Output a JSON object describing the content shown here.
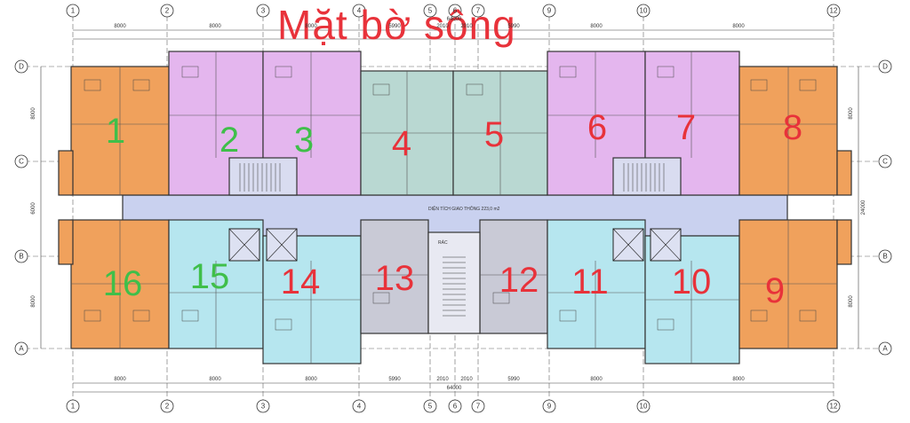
{
  "title": "Mặt bờ sông",
  "corridor_label": "DIỆN TÍCH GIAO THÔNG 223,0 m2",
  "garbage_label": "RÁC",
  "colors": {
    "orange": "#f0a15c",
    "violet": "#e4b6ee",
    "teal": "#b9d8d2",
    "cyan": "#b6e6ef",
    "grey": "#c9cad6",
    "corridor": "#c9d1ef",
    "core": "#d9dcf0",
    "red_text": "#e8323a",
    "green_text": "#3fbf4a"
  },
  "grid": {
    "columns": [
      "1",
      "2",
      "3",
      "4",
      "5",
      "6",
      "7",
      "9",
      "10",
      "12"
    ],
    "rows": [
      "D",
      "C",
      "B",
      "A"
    ]
  },
  "dimensions": {
    "top": [
      "8000",
      "8000",
      "8000",
      "5990",
      "2010",
      "2010",
      "5990",
      "8000",
      "8000",
      "8000"
    ],
    "total": "64000",
    "bottom": [
      "8000",
      "8000",
      "8000",
      "5990",
      "2010",
      "2010",
      "5990",
      "8000",
      "8000",
      "8000"
    ],
    "left": [
      "8000",
      "6000",
      "8000"
    ],
    "right": [
      "8000",
      "8000"
    ],
    "right_total": "24000"
  },
  "units": [
    {
      "label": "1",
      "color": "green"
    },
    {
      "label": "2",
      "color": "green"
    },
    {
      "label": "3",
      "color": "green"
    },
    {
      "label": "4",
      "color": "red"
    },
    {
      "label": "5",
      "color": "red"
    },
    {
      "label": "6",
      "color": "red"
    },
    {
      "label": "7",
      "color": "red"
    },
    {
      "label": "8",
      "color": "red"
    },
    {
      "label": "9",
      "color": "red"
    },
    {
      "label": "10",
      "color": "red"
    },
    {
      "label": "11",
      "color": "red"
    },
    {
      "label": "12",
      "color": "red"
    },
    {
      "label": "13",
      "color": "red"
    },
    {
      "label": "14",
      "color": "red"
    },
    {
      "label": "15",
      "color": "green"
    },
    {
      "label": "16",
      "color": "green"
    }
  ]
}
